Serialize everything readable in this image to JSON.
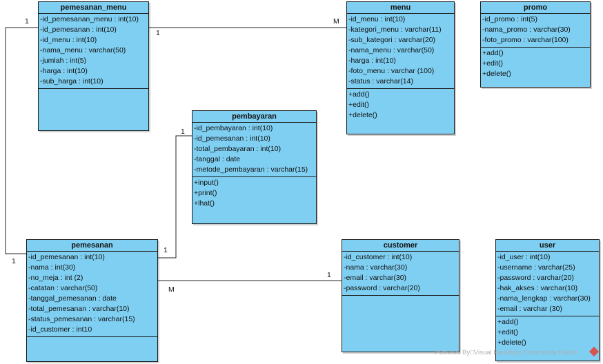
{
  "classes": {
    "pemesanan_menu": {
      "name": "pemesanan_menu",
      "attributes": [
        "-id_pemesanan_menu : int(10)",
        "-id_pemesanan : int(10)",
        "-id_menu : int(10)",
        "-nama_menu : varchar(50)",
        "-jumlah : int(5)",
        "-harga : int(10)",
        "-sub_harga : int(10)"
      ],
      "operations": []
    },
    "menu": {
      "name": "menu",
      "attributes": [
        "-id_menu : int(10)",
        "-kategori_menu : varchar(11)",
        "-sub_kategori : varchar(20)",
        "-nama_menu : varchar(50)",
        "-harga : int(10)",
        "-foto_menu : varchar (100)",
        "-status : varchar(14)"
      ],
      "operations": [
        "+add()",
        "+edit()",
        "+delete()"
      ]
    },
    "promo": {
      "name": "promo",
      "attributes": [
        "-id_promo : int(5)",
        "-nama_promo : varchar(30)",
        "-foto_promo : varchar(100)"
      ],
      "operations": [
        "+add()",
        "+edit()",
        "+delete()"
      ]
    },
    "pembayaran": {
      "name": "pembayaran",
      "attributes": [
        "-id_pembayaran : int(10)",
        "-id_pemesanan : int(10)",
        "-total_pembayaran : int(10)",
        "-tanggal : date",
        "-metode_pembayaran : varchar(15)"
      ],
      "operations": [
        "+input()",
        "+print()",
        "+lhat()"
      ]
    },
    "pemesanan": {
      "name": "pemesanan",
      "attributes": [
        "-id_pemesanan : int(10)",
        "-nama : int(30)",
        "-no_meja : int (2)",
        "-catatan : varchar(50)",
        "-tanggal_pemesanan : date",
        "-total_pemesanan : varchar(10)",
        "-status_pemesanan : varchar(15)",
        "-id_customer : int10"
      ],
      "operations": []
    },
    "customer": {
      "name": "customer",
      "attributes": [
        "-id_customer : int(10)",
        "-nama : varchar(30)",
        "-email : varchar(30)",
        "-password : varchar(20)"
      ],
      "operations": []
    },
    "user": {
      "name": "user",
      "attributes": [
        "-id_user : int(10)",
        "-username : varchar(25)",
        "-password : varchar(20)",
        "-hak_akses : varchar(10)",
        "-nama_lengkap : varchar(30)",
        "-email : varchar (30)"
      ],
      "operations": [
        "+add()",
        "+edit()",
        "+delete()"
      ]
    }
  },
  "associations": [
    {
      "from": "pemesanan_menu",
      "to": "menu",
      "from_mult": "1",
      "to_mult": "M"
    },
    {
      "from": "pemesanan_menu",
      "to": "pemesanan",
      "from_mult": "1",
      "to_mult": "1"
    },
    {
      "from": "pembayaran",
      "to": "pemesanan",
      "from_mult": "1",
      "to_mult": "1"
    },
    {
      "from": "pemesanan",
      "to": "customer",
      "from_mult": "M",
      "to_mult": "1"
    }
  ],
  "watermark": "Powered By□Visual Paradigm Community Edition",
  "colors": {
    "class_fill": "#7fcff2",
    "border": "#1a1a1a",
    "line": "#222222"
  }
}
